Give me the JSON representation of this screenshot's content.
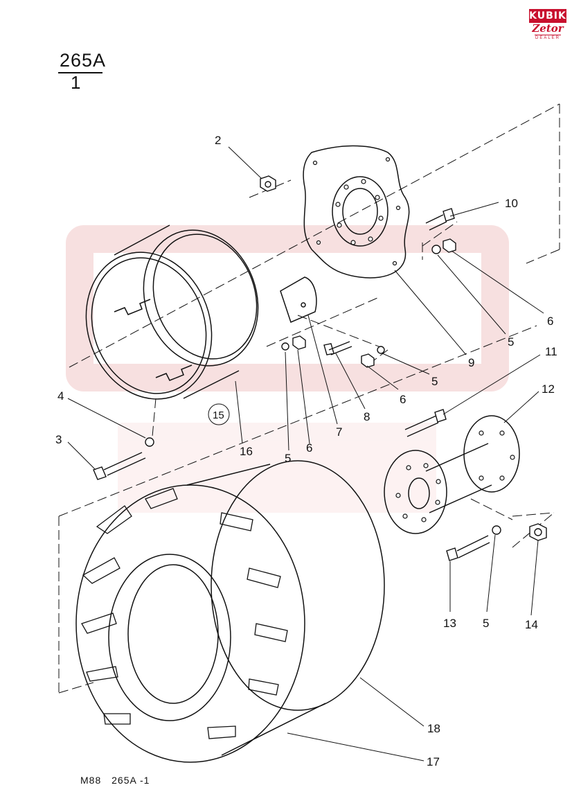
{
  "header": {
    "group_code": "265A",
    "sheet": "1"
  },
  "logo": {
    "top_text": "KUBIK",
    "brand_text": "Zetor",
    "sub_text": "DEALER"
  },
  "footer": {
    "model": "M88",
    "code": "265A -1"
  },
  "callouts": {
    "c2": "2",
    "c3": "3",
    "c4": "4",
    "c5a": "5",
    "c5b": "5",
    "c5c": "5",
    "c5d": "5",
    "c6a": "6",
    "c6b": "6",
    "c6c": "6",
    "c7": "7",
    "c8": "8",
    "c9": "9",
    "c10": "10",
    "c11": "11",
    "c12": "12",
    "c13": "13",
    "c14": "14",
    "c15": "15",
    "c16": "16",
    "c17": "17",
    "c18": "18"
  },
  "colors": {
    "ink": "#111111",
    "watermark": "#f3d6d6",
    "brand": "#c8102e"
  }
}
